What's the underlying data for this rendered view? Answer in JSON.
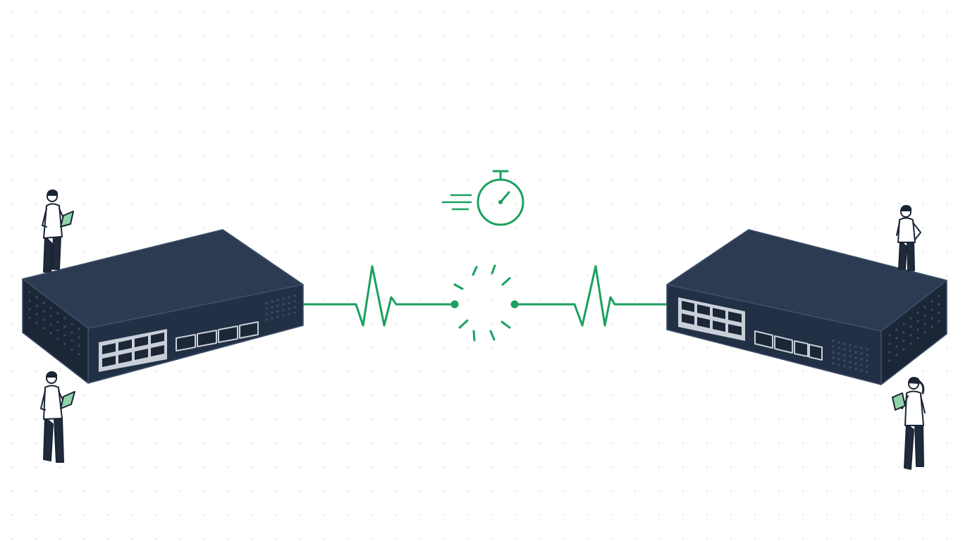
{
  "colors": {
    "background": "#ffffff",
    "dot_grid": "#dcdfe3",
    "device_top": "#2c3b52",
    "device_front": "#223045",
    "device_side": "#1b2637",
    "device_edge": "#3e5068",
    "port": "#c9cfd8",
    "port_hole": "#1b2637",
    "signal": "#1aa15f",
    "person_outline": "#1a2433",
    "person_shirt": "#ffffff",
    "person_pants": "#1f2a3a",
    "tablet_screen": "#8fd4ab"
  },
  "scene": {
    "left_switch": {
      "icon": "network-switch-icon",
      "rj45_ports": 8,
      "sfp_ports": 4
    },
    "right_switch": {
      "icon": "network-switch-icon",
      "rj45_ports": 8,
      "sfp_ports": 4
    },
    "link": {
      "icon": "heartbeat-signal-icon",
      "state": "interrupted",
      "break_icon": "connection-burst-icon"
    },
    "timer": {
      "icon": "stopwatch-icon",
      "motion": "speed-lines"
    },
    "people": [
      {
        "name": "engineer-left-top",
        "icon": "person-with-tablet-icon"
      },
      {
        "name": "engineer-left-bottom",
        "icon": "person-with-tablet-icon"
      },
      {
        "name": "engineer-right-top",
        "icon": "person-standing-icon"
      },
      {
        "name": "engineer-right-bottom",
        "icon": "person-with-tablet-icon"
      }
    ]
  }
}
